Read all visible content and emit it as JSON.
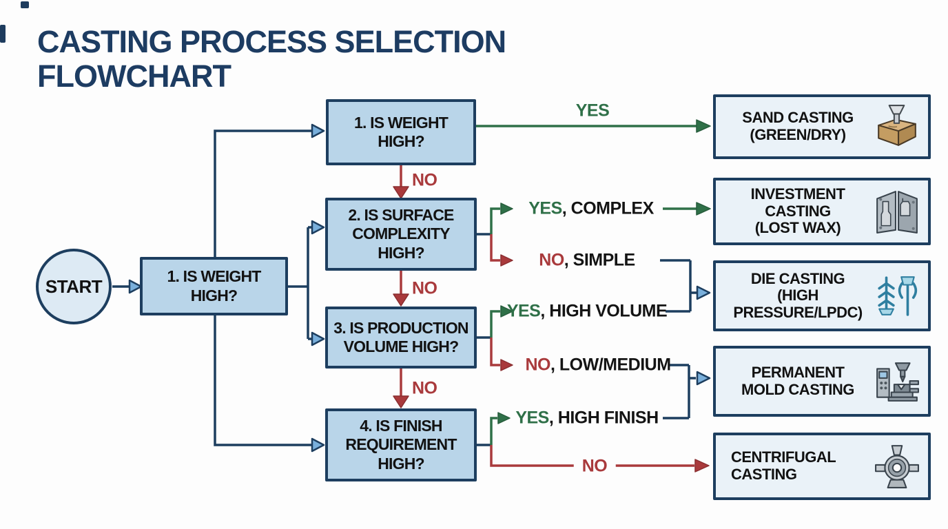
{
  "title": "CASTING PROCESS SELECTION\nFLOWCHART",
  "colors": {
    "navy": "#1d3e5f",
    "green": "#2f7048",
    "red": "#a93a3c",
    "decision_fill": "#b9d5e9",
    "start_fill": "#ddeaf4",
    "result_fill": "#eaf2f8",
    "background": "#fdfdfd",
    "text_dark": "#121212"
  },
  "start": {
    "label": "START"
  },
  "decisions": {
    "weight_main": "1. IS WEIGHT\nHIGH?",
    "weight_top": "1. IS WEIGHT\nHIGH?",
    "surface": "2. IS SURFACE\nCOMPLEXITY\nHIGH?",
    "volume": "3. IS PRODUCTION\nVOLUME HIGH?",
    "finish": "4. IS FINISH\nREQUIREMENT\nHIGH?"
  },
  "edge_labels": {
    "yes": "YES",
    "no": "NO",
    "yes_complex": {
      "head": "YES",
      "tail": ", COMPLEX"
    },
    "no_simple": {
      "head": "NO",
      "tail": ", SIMPLE"
    },
    "yes_high_volume": {
      "head": "YES",
      "tail": ", HIGH VOLUME"
    },
    "no_low_medium": {
      "head": "NO",
      "tail": ", LOW/MEDIUM"
    },
    "yes_high_finish": {
      "head": "YES",
      "tail": ", HIGH FINISH"
    },
    "no_final": "NO"
  },
  "results": [
    {
      "label": "SAND CASTING\n(GREEN/DRY)",
      "icon": "sand-mold-icon"
    },
    {
      "label": "INVESTMENT\nCASTING\n(LOST WAX)",
      "icon": "two-part-mold-icon"
    },
    {
      "label": "DIE CASTING\n(HIGH\nPRESSURE/LPDC)",
      "icon": "casting-tree-icon"
    },
    {
      "label": "PERMANENT\nMOLD CASTING",
      "icon": "casting-machine-icon"
    },
    {
      "label": "CENTRIFUGAL\nCASTING",
      "icon": "impeller-icon"
    }
  ]
}
